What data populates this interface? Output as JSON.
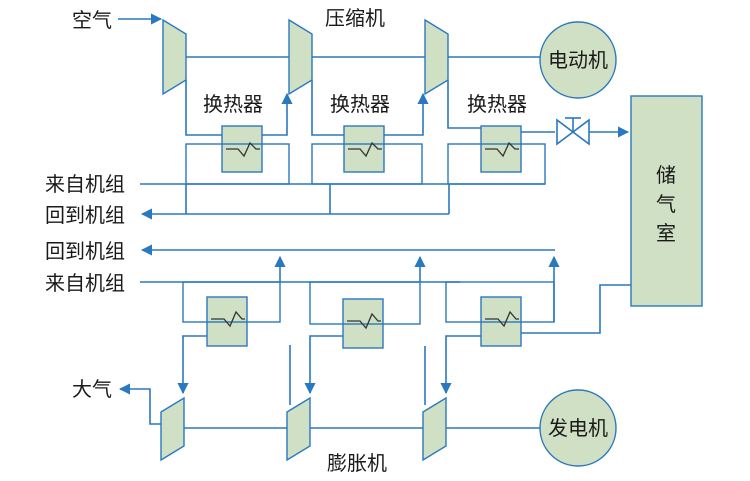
{
  "labels": {
    "air_in": "空气",
    "compressor": "压缩机",
    "motor": "电动机",
    "heat_exchanger": "换热器",
    "from_unit": "来自机组",
    "back_to_unit": "回到机组",
    "storage": "储气室",
    "atmosphere": "大气",
    "expander": "膨胀机",
    "generator": "发电机"
  },
  "colors": {
    "pipe": "#2a78bf",
    "component_fill": "#cfe0c4",
    "text": "#1a1a1a"
  }
}
